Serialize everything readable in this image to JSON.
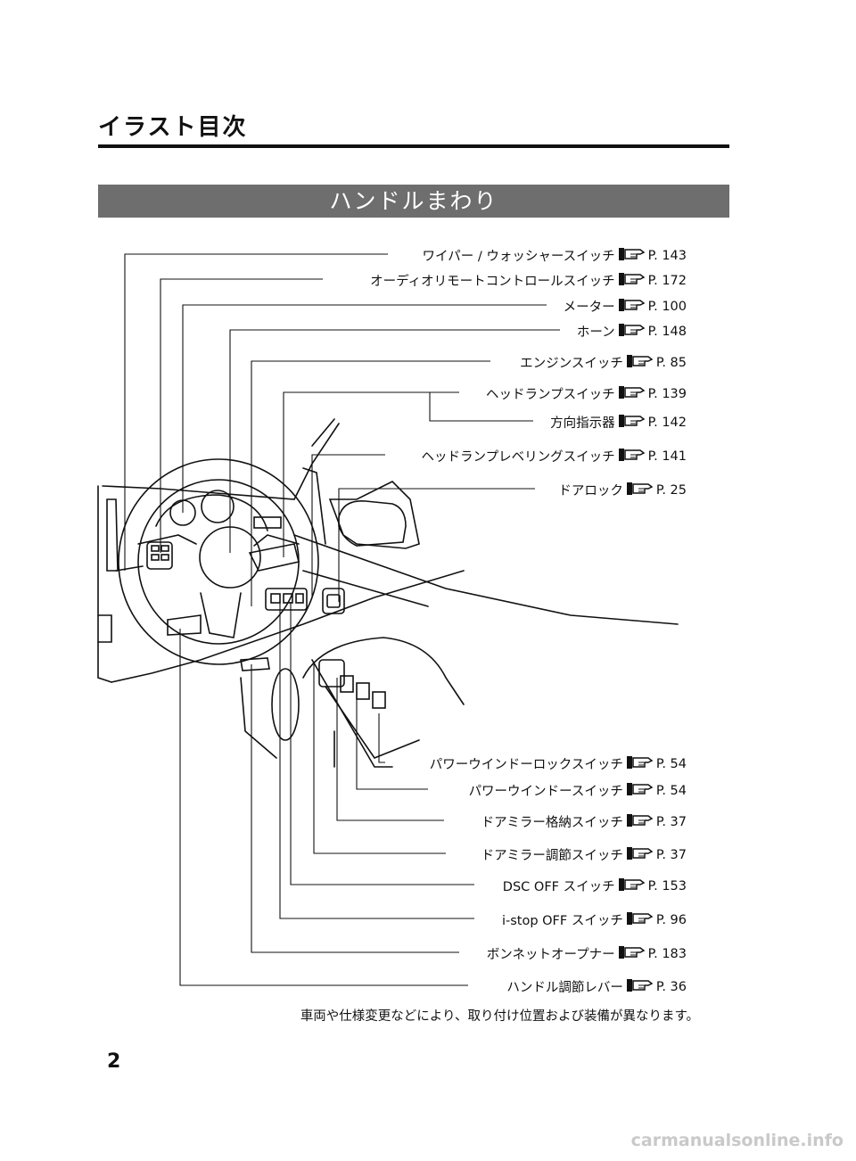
{
  "header": {
    "title": "イラスト目次"
  },
  "banner": {
    "title": "ハンドルまわり"
  },
  "callouts": [
    {
      "label": "ワイパー / ウォッシャースイッチ",
      "page": "P. 143"
    },
    {
      "label": "オーディオリモートコントロールスイッチ",
      "page": "P. 172"
    },
    {
      "label": "メーター",
      "page": "P. 100"
    },
    {
      "label": "ホーン",
      "page": "P. 148"
    },
    {
      "label": "エンジンスイッチ",
      "page": "P. 85"
    },
    {
      "label": "ヘッドランプスイッチ",
      "page": "P. 139"
    },
    {
      "label": "方向指示器",
      "page": "P. 142"
    },
    {
      "label": "ヘッドランプレベリングスイッチ",
      "page": "P. 141"
    },
    {
      "label": "ドアロック",
      "page": "P. 25"
    },
    {
      "label": "パワーウインドーロックスイッチ",
      "page": "P. 54"
    },
    {
      "label": "パワーウインドースイッチ",
      "page": "P. 54"
    },
    {
      "label": "ドアミラー格納スイッチ",
      "page": "P. 37"
    },
    {
      "label": "ドアミラー調節スイッチ",
      "page": "P. 37"
    },
    {
      "label": "DSC OFF スイッチ",
      "page": "P. 153"
    },
    {
      "label": "i-stop OFF スイッチ",
      "page": "P. 96"
    },
    {
      "label": "ボンネットオープナー",
      "page": "P. 183"
    },
    {
      "label": "ハンドル調節レバー",
      "page": "P. 36"
    }
  ],
  "footnote": "車両や仕様変更などにより、取り付け位置および装備が異なります。",
  "page_number": "2",
  "watermark": "carmanualsonline.info",
  "icons": {
    "reference": "pointing-hand-icon"
  }
}
